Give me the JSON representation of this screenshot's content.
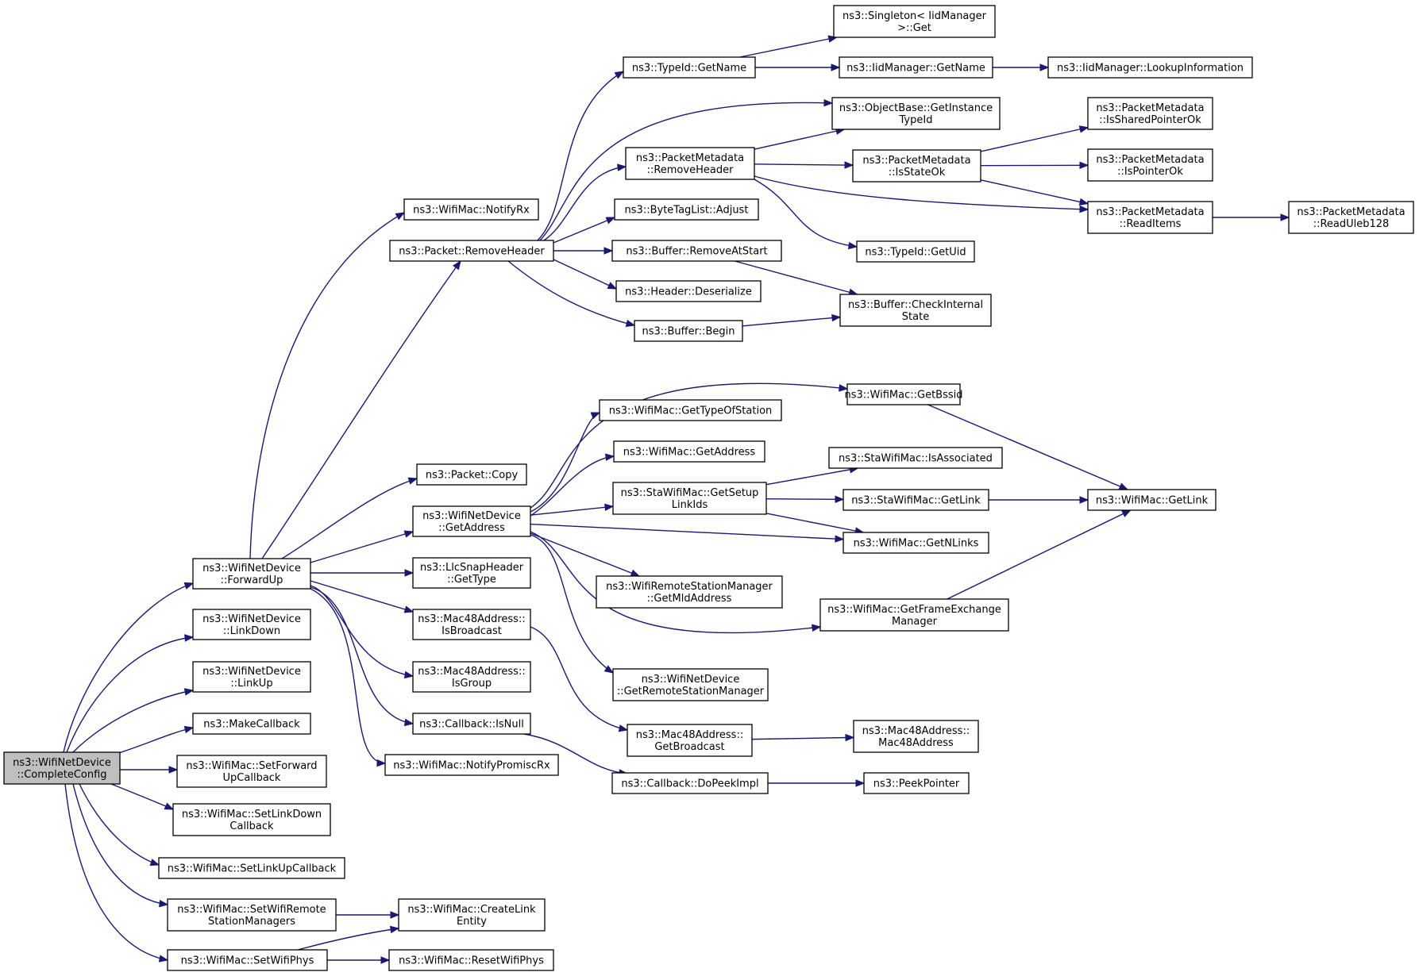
{
  "graph": {
    "nodes": [
      {
        "id": "root",
        "lines": [
          "ns3::WifiNetDevice",
          "::CompleteConfig"
        ],
        "highlight": true
      },
      {
        "id": "forwardup",
        "lines": [
          "ns3::WifiNetDevice",
          "::ForwardUp"
        ]
      },
      {
        "id": "linkdown",
        "lines": [
          "ns3::WifiNetDevice",
          "::LinkDown"
        ]
      },
      {
        "id": "linkup",
        "lines": [
          "ns3::WifiNetDevice",
          "::LinkUp"
        ]
      },
      {
        "id": "makecallback",
        "lines": [
          "ns3::MakeCallback"
        ]
      },
      {
        "id": "setforward",
        "lines": [
          "ns3::WifiMac::SetForward",
          "UpCallback"
        ]
      },
      {
        "id": "setlinkdown",
        "lines": [
          "ns3::WifiMac::SetLinkDown",
          "Callback"
        ]
      },
      {
        "id": "setlinkup",
        "lines": [
          "ns3::WifiMac::SetLinkUpCallback"
        ]
      },
      {
        "id": "setwifiremote",
        "lines": [
          "ns3::WifiMac::SetWifiRemote",
          "StationManagers"
        ]
      },
      {
        "id": "setwifiphys",
        "lines": [
          "ns3::WifiMac::SetWifiPhys"
        ]
      },
      {
        "id": "createlink",
        "lines": [
          "ns3::WifiMac::CreateLink",
          "Entity"
        ]
      },
      {
        "id": "resetphys",
        "lines": [
          "ns3::WifiMac::ResetWifiPhys"
        ]
      },
      {
        "id": "notifyrx",
        "lines": [
          "ns3::WifiMac::NotifyRx"
        ]
      },
      {
        "id": "removeheader",
        "lines": [
          "ns3::Packet::RemoveHeader"
        ]
      },
      {
        "id": "packetcopy",
        "lines": [
          "ns3::Packet::Copy"
        ]
      },
      {
        "id": "ndgetaddress",
        "lines": [
          "ns3::WifiNetDevice",
          "::GetAddress"
        ]
      },
      {
        "id": "llcgettype",
        "lines": [
          "ns3::LlcSnapHeader",
          "::GetType"
        ]
      },
      {
        "id": "isbroadcast",
        "lines": [
          "ns3::Mac48Address::",
          "IsBroadcast"
        ]
      },
      {
        "id": "isgroup",
        "lines": [
          "ns3::Mac48Address::",
          "IsGroup"
        ]
      },
      {
        "id": "isnull",
        "lines": [
          "ns3::Callback::IsNull"
        ]
      },
      {
        "id": "notifypromisc",
        "lines": [
          "ns3::WifiMac::NotifyPromiscRx"
        ]
      },
      {
        "id": "typeidgetname",
        "lines": [
          "ns3::TypeId::GetName"
        ]
      },
      {
        "id": "pmremoveheader",
        "lines": [
          "ns3::PacketMetadata",
          "::RemoveHeader"
        ]
      },
      {
        "id": "bytetagadjust",
        "lines": [
          "ns3::ByteTagList::Adjust"
        ]
      },
      {
        "id": "removeatstart",
        "lines": [
          "ns3::Buffer::RemoveAtStart"
        ]
      },
      {
        "id": "deserialize",
        "lines": [
          "ns3::Header::Deserialize"
        ]
      },
      {
        "id": "bufferbegin",
        "lines": [
          "ns3::Buffer::Begin"
        ]
      },
      {
        "id": "singleton",
        "lines": [
          "ns3::Singleton< IidManager",
          " >::Get"
        ]
      },
      {
        "id": "iidgetname",
        "lines": [
          "ns3::IidManager::GetName"
        ]
      },
      {
        "id": "lookupinfo",
        "lines": [
          "ns3::IidManager::LookupInformation"
        ]
      },
      {
        "id": "getinstancetypeid",
        "lines": [
          "ns3::ObjectBase::GetInstance",
          "TypeId"
        ]
      },
      {
        "id": "isstateok",
        "lines": [
          "ns3::PacketMetadata",
          "::IsStateOk"
        ]
      },
      {
        "id": "getuid",
        "lines": [
          "ns3::TypeId::GetUid"
        ]
      },
      {
        "id": "checkinternal",
        "lines": [
          "ns3::Buffer::CheckInternal",
          "State"
        ]
      },
      {
        "id": "issharedptr",
        "lines": [
          "ns3::PacketMetadata",
          "::IsSharedPointerOk"
        ]
      },
      {
        "id": "ispointerok",
        "lines": [
          "ns3::PacketMetadata",
          "::IsPointerOk"
        ]
      },
      {
        "id": "readitems",
        "lines": [
          "ns3::PacketMetadata",
          "::ReadItems"
        ]
      },
      {
        "id": "readuleb",
        "lines": [
          "ns3::PacketMetadata",
          "::ReadUleb128"
        ]
      },
      {
        "id": "getbssid",
        "lines": [
          "ns3::WifiMac::GetBssid"
        ]
      },
      {
        "id": "gettypeofstation",
        "lines": [
          "ns3::WifiMac::GetTypeOfStation"
        ]
      },
      {
        "id": "macgetaddress",
        "lines": [
          "ns3::WifiMac::GetAddress"
        ]
      },
      {
        "id": "getsetuplinkids",
        "lines": [
          "ns3::StaWifiMac::GetSetup",
          "LinkIds"
        ]
      },
      {
        "id": "isassociated",
        "lines": [
          "ns3::StaWifiMac::IsAssociated"
        ]
      },
      {
        "id": "stagetlink",
        "lines": [
          "ns3::StaWifiMac::GetLink"
        ]
      },
      {
        "id": "macgetlink",
        "lines": [
          "ns3::WifiMac::GetLink"
        ]
      },
      {
        "id": "getnlinks",
        "lines": [
          "ns3::WifiMac::GetNLinks"
        ]
      },
      {
        "id": "getmldaddress",
        "lines": [
          "ns3::WifiRemoteStationManager",
          "::GetMldAddress"
        ]
      },
      {
        "id": "getfem",
        "lines": [
          "ns3::WifiMac::GetFrameExchange",
          "Manager"
        ]
      },
      {
        "id": "getrsm",
        "lines": [
          "ns3::WifiNetDevice",
          "::GetRemoteStationManager"
        ]
      },
      {
        "id": "getbroadcast",
        "lines": [
          "ns3::Mac48Address::",
          "GetBroadcast"
        ]
      },
      {
        "id": "mac48address",
        "lines": [
          "ns3::Mac48Address::",
          "Mac48Address"
        ]
      },
      {
        "id": "dopeekimpl",
        "lines": [
          "ns3::Callback::DoPeekImpl"
        ]
      },
      {
        "id": "peekpointer",
        "lines": [
          "ns3::PeekPointer"
        ]
      }
    ],
    "edges": [
      [
        "root",
        "forwardup"
      ],
      [
        "root",
        "linkdown"
      ],
      [
        "root",
        "linkup"
      ],
      [
        "root",
        "makecallback"
      ],
      [
        "root",
        "setforward"
      ],
      [
        "root",
        "setlinkdown"
      ],
      [
        "root",
        "setlinkup"
      ],
      [
        "root",
        "setwifiremote"
      ],
      [
        "root",
        "setwifiphys"
      ],
      [
        "setwifiremote",
        "createlink"
      ],
      [
        "setwifiphys",
        "createlink"
      ],
      [
        "setwifiphys",
        "resetphys"
      ],
      [
        "forwardup",
        "notifyrx"
      ],
      [
        "forwardup",
        "removeheader"
      ],
      [
        "forwardup",
        "packetcopy"
      ],
      [
        "forwardup",
        "ndgetaddress"
      ],
      [
        "forwardup",
        "llcgettype"
      ],
      [
        "forwardup",
        "isbroadcast"
      ],
      [
        "forwardup",
        "isgroup"
      ],
      [
        "forwardup",
        "isnull"
      ],
      [
        "forwardup",
        "notifypromisc"
      ],
      [
        "removeheader",
        "typeidgetname"
      ],
      [
        "removeheader",
        "getinstancetypeid"
      ],
      [
        "removeheader",
        "pmremoveheader"
      ],
      [
        "removeheader",
        "bytetagadjust"
      ],
      [
        "removeheader",
        "removeatstart"
      ],
      [
        "removeheader",
        "deserialize"
      ],
      [
        "removeheader",
        "bufferbegin"
      ],
      [
        "typeidgetname",
        "singleton"
      ],
      [
        "typeidgetname",
        "iidgetname"
      ],
      [
        "iidgetname",
        "lookupinfo"
      ],
      [
        "pmremoveheader",
        "getinstancetypeid"
      ],
      [
        "pmremoveheader",
        "isstateok"
      ],
      [
        "pmremoveheader",
        "readitems"
      ],
      [
        "pmremoveheader",
        "getuid"
      ],
      [
        "isstateok",
        "issharedptr"
      ],
      [
        "isstateok",
        "ispointerok"
      ],
      [
        "isstateok",
        "readitems"
      ],
      [
        "readitems",
        "readuleb"
      ],
      [
        "removeatstart",
        "checkinternal"
      ],
      [
        "bufferbegin",
        "checkinternal"
      ],
      [
        "ndgetaddress",
        "getbssid"
      ],
      [
        "ndgetaddress",
        "gettypeofstation"
      ],
      [
        "ndgetaddress",
        "macgetaddress"
      ],
      [
        "ndgetaddress",
        "getsetuplinkids"
      ],
      [
        "ndgetaddress",
        "getnlinks"
      ],
      [
        "ndgetaddress",
        "getmldaddress"
      ],
      [
        "ndgetaddress",
        "getfem"
      ],
      [
        "ndgetaddress",
        "getrsm"
      ],
      [
        "getbssid",
        "macgetlink"
      ],
      [
        "getsetuplinkids",
        "isassociated"
      ],
      [
        "getsetuplinkids",
        "stagetlink"
      ],
      [
        "getsetuplinkids",
        "getnlinks"
      ],
      [
        "stagetlink",
        "macgetlink"
      ],
      [
        "getfem",
        "macgetlink"
      ],
      [
        "isbroadcast",
        "getbroadcast"
      ],
      [
        "getbroadcast",
        "mac48address"
      ],
      [
        "isnull",
        "dopeekimpl"
      ],
      [
        "dopeekimpl",
        "peekpointer"
      ]
    ]
  }
}
